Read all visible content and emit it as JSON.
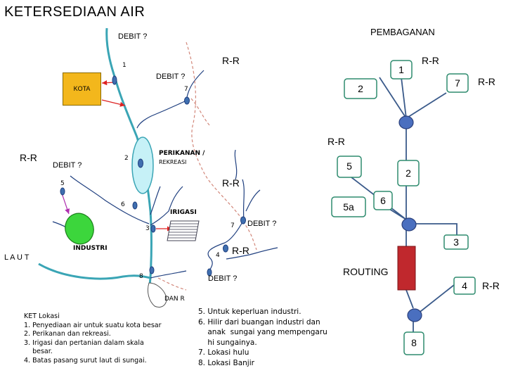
{
  "slide": {
    "title": "KETERSEDIAAN AIR"
  },
  "map": {
    "labels": {
      "debit_top": "DEBIT ?",
      "debit_mid": "DEBIT ?",
      "debit_left": "DEBIT ?",
      "debit_right": "DEBIT ?",
      "debit_bottom": "DEBIT ?",
      "kota": "KOTA",
      "perikanan": "PERIKANAN /",
      "rekreasi": "REKREASI",
      "irigasi": "IRIGASI",
      "industri": "INDUSTRI",
      "laut": "L A U T",
      "danau": "DAN R"
    },
    "site_numbers": {
      "s1": "1",
      "s2": "2",
      "s3": "3",
      "s4": "4",
      "s5": "5",
      "s6": "6",
      "s7a": "7",
      "s7b": "7",
      "s8": "8"
    },
    "rr": {
      "top": "R-R",
      "left": "R-R",
      "middle": "R-R",
      "lower": "R-R"
    },
    "key_left": [
      "KET  Lokasi",
      "1. Penyediaan air untuk suatu kota besar",
      "2. Perikanan dan rekreasi.",
      "3. Irigasi dan pertanian dalam skala",
      "    besar.",
      "4. Batas pasang surut laut di sungai."
    ],
    "key_right": [
      "5. Untuk keperluan industri.",
      "6. Hilir dari buangan industri dan",
      "    anak  sungai yang mempengaru",
      "    hi sungainya.",
      "7. Lokasi hulu",
      "8. Lokasi Banjir"
    ]
  },
  "schema": {
    "title": "PEMBAGANAN",
    "nodes": {
      "n1": "1",
      "n7": "7",
      "n2a": "2",
      "n5": "5",
      "n2b": "2",
      "n5a": "5a",
      "n6": "6",
      "n3": "3",
      "n4": "4",
      "n8": "8"
    },
    "rr": {
      "top_right": "R-R",
      "far_right": "R-R",
      "center": "R-R",
      "bottom_right": "R-R"
    },
    "routing": "ROUTING",
    "colors": {
      "node_fill": "#4a6fbf",
      "box_border": "#2e8b6e",
      "routing_bar": "#c0282d"
    }
  }
}
